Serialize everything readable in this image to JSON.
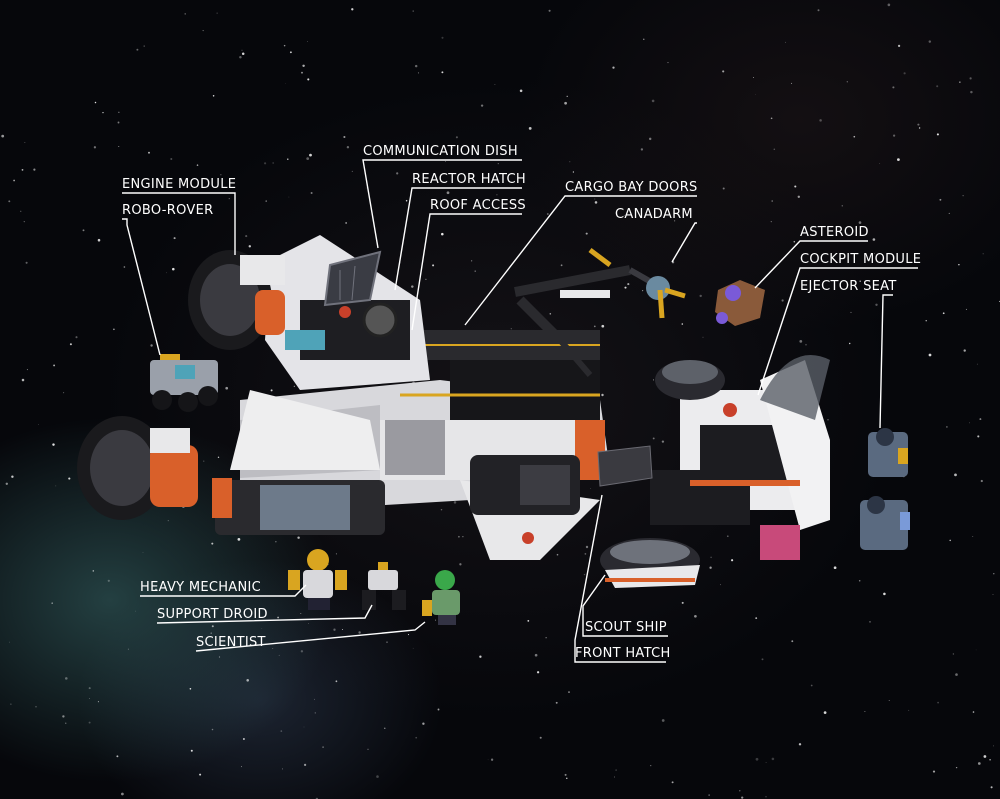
{
  "callouts": {
    "engine_module": "ENGINE MODULE",
    "robo_rover": "ROBO-ROVER",
    "communication_dish": "COMMUNICATION DISH",
    "reactor_hatch": "REACTOR HATCH",
    "roof_access": "ROOF ACCESS",
    "cargo_bay_doors": "CARGO BAY DOORS",
    "canadarm": "CANADARM",
    "asteroid": "ASTEROID",
    "cockpit_module": "COCKPIT MODULE",
    "ejector_seat": "EJECTOR SEAT",
    "heavy_mechanic": "HEAVY MECHANIC",
    "support_droid": "SUPPORT DROID",
    "scientist": "SCIENTIST",
    "scout_ship": "SCOUT SHIP",
    "front_hatch": "FRONT HATCH"
  },
  "colors": {
    "background": "#05060a",
    "hull_white": "#e8e8ea",
    "hull_black": "#1c1c20",
    "accent_orange": "#d9602a",
    "accent_gold": "#d9a520",
    "nebula_teal": "#3c6e6e"
  }
}
